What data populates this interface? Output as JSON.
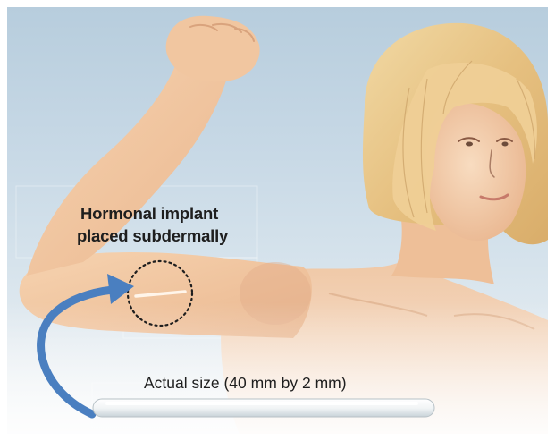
{
  "callout": {
    "line1": "Hormonal implant",
    "line2": "placed subdermally"
  },
  "scale_caption": "Actual size (40 mm by 2 mm)",
  "colors": {
    "background_top": "#b7cddd",
    "skin": "#f3c9a2",
    "hair": "#e9c98c",
    "arrow": "#4a7fc0",
    "implant_bar": "#f4f7f8"
  }
}
